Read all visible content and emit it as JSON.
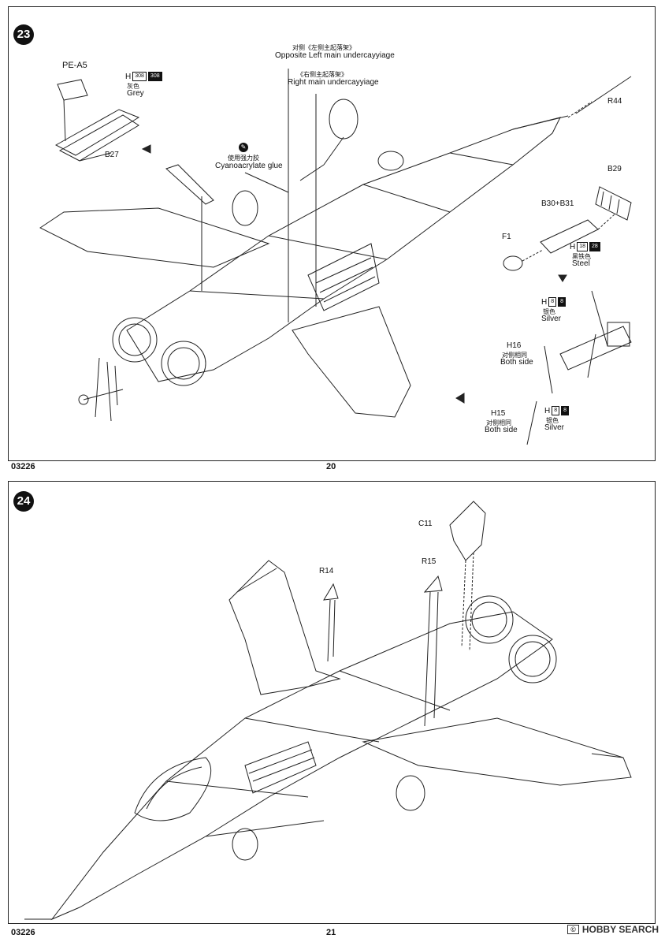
{
  "step23": {
    "number": "23",
    "labels": {
      "pe_a5": "PE-A5",
      "b27": "B27",
      "opposite_cn": "对侧《左侧主起落架》",
      "opposite_en": "Opposite Left main undercayyiage",
      "right_cn": "《右侧主起落架》",
      "right_en": "Right main undercayyiage",
      "glue_cn": "使用强力胶",
      "glue_en": "Cyanoacrylate glue",
      "r44": "R44",
      "b29": "B29",
      "b30b31": "B30+B31",
      "f1": "F1",
      "h16": "H16",
      "h16_cn": "对侧相同",
      "h16_en": "Both side",
      "h15": "H15",
      "h15_cn": "对侧相同",
      "h15_en": "Both side"
    },
    "paints": {
      "grey": {
        "letter": "H",
        "code1": "308",
        "code2": "308",
        "cn": "灰色",
        "en": "Grey"
      },
      "steel": {
        "letter": "H",
        "code1": "18",
        "code2": "28",
        "cn": "黑铁色",
        "en": "Steel"
      },
      "silver1": {
        "letter": "H",
        "code1": "8",
        "code2": "8",
        "cn": "银色",
        "en": "Silver"
      },
      "silver2": {
        "letter": "H",
        "code1": "8",
        "code2": "8",
        "cn": "银色",
        "en": "Silver"
      }
    },
    "footer_left": "03226",
    "footer_page": "20"
  },
  "step24": {
    "number": "24",
    "labels": {
      "c11": "C11",
      "r14": "R14",
      "r15": "R15"
    },
    "footer_left": "03226",
    "footer_page": "21"
  },
  "watermark": {
    "badge": "©",
    "text": "HOBBY SEARCH"
  }
}
